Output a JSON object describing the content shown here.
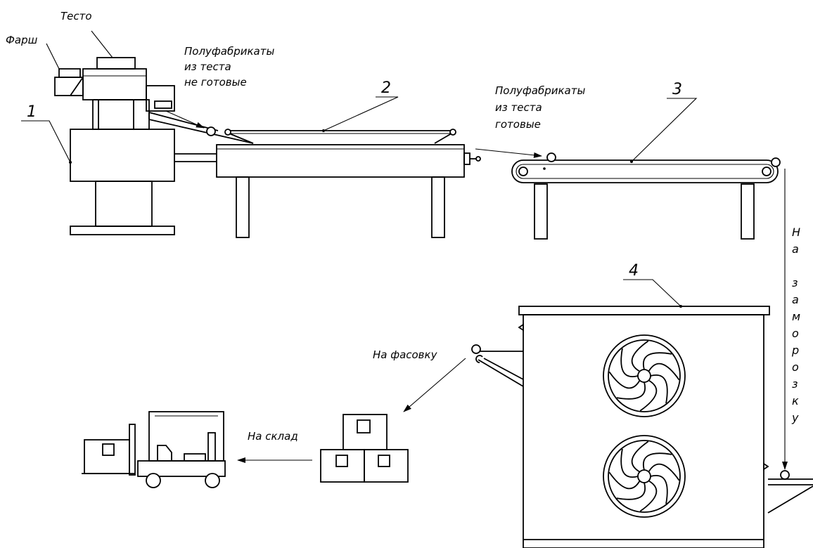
{
  "labels": {
    "dough": "Тесто",
    "mince": "Фарш",
    "semi_not_ready": [
      "Полуфабрикаты",
      "из теста",
      "не готовые"
    ],
    "semi_ready": [
      "Полуфабрикаты",
      "из теста",
      "готовые"
    ],
    "to_packing": "На фасовку",
    "to_warehouse": "На склад",
    "to_freezing_chars": [
      "Н",
      "а",
      "",
      "з",
      "а",
      "м",
      "о",
      "р",
      "о",
      "з",
      "к",
      "у"
    ]
  },
  "positions": {
    "p1": "1",
    "p2": "2",
    "p3": "3",
    "p4": "4"
  }
}
